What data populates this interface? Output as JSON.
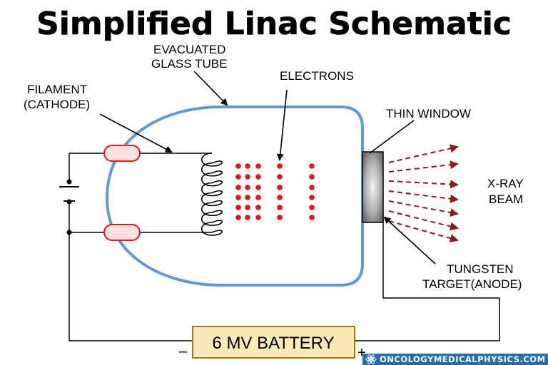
{
  "title": "Simplified Linac Schematic",
  "labels": {
    "tube_line1": "EVACUATED",
    "tube_line2": "GLASS TUBE",
    "electrons": "ELECTRONS",
    "filament_line1": "FILAMENT",
    "filament_line2": "(CATHODE)",
    "thin_window": "THIN WINDOW",
    "xray_line1": "X-RAY",
    "xray_line2": "BEAM",
    "target_line1": "TUNGSTEN",
    "target_line2": "TARGET(ANODE)"
  },
  "battery": {
    "label": "6 MV BATTERY",
    "negative": "–",
    "positive": "+"
  },
  "brand": "ONCOLOGYMEDICALPHYSICS.COM",
  "colors": {
    "tube": "#5b9bdc",
    "electron": "#e8141a",
    "beam": "#8b1a1a",
    "battery_fill": "#fbe9b8",
    "battery_stroke": "#a07a10",
    "filament_fill": "#ffe0e0",
    "filament_stroke": "#e8141a",
    "target_fill": "#a9a9a9"
  },
  "icons": {
    "brand_logo": "atom-icon"
  }
}
